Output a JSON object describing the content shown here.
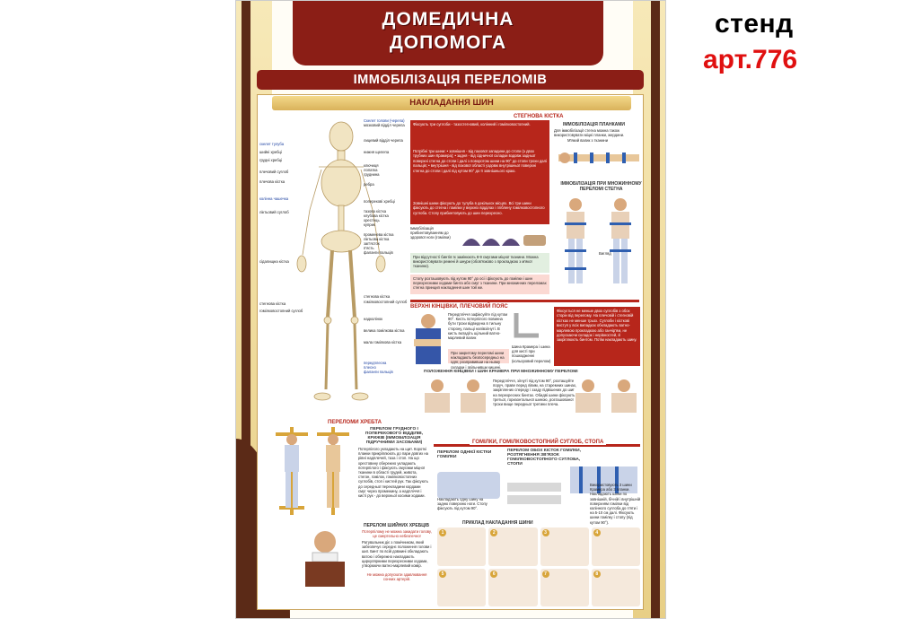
{
  "stand_label": "стенд",
  "article_label": "арт.776",
  "poster": {
    "title_line1": "ДОМЕДИЧНА",
    "title_line2": "ДОПОМОГА",
    "subtitle": "ІММОБІЛІЗАЦІЯ ПЕРЕЛОМІВ",
    "section_splints": "НАКЛАДАННЯ ШИН"
  },
  "skeleton_labels_right": [
    "Скелет голови (черепа)",
    "мозковий відділ черепа",
    "лицевий відділ черепа",
    "нижня щелепа",
    "ключиця",
    "лопатка",
    "груднина",
    "ребра",
    "поперекові хребці",
    "тазова кістка",
    "клубова кістка",
    "хрестець",
    "куприк",
    "променева кістка",
    "ліктьова кістка",
    "зап'ясток",
    "п'ясть",
    "фаланги пальців"
  ],
  "skeleton_labels_left": [
    "скелет тулуба",
    "шийні хребці",
    "грудні хребці",
    "плечовий суглоб",
    "плечова кістка",
    "колінна чашечка",
    "ліктьовий суглоб",
    "сідалищна кістка",
    "стегнова кістка",
    "гомілковостопний суглоб"
  ],
  "skeleton_labels_lower": [
    "стегнова кістка",
    "гомілковостопний суглоб",
    "надколінок",
    "велика гомілкова кістка",
    "мала гомілкова кістка",
    "передплесна",
    "плесно",
    "фаланги пальців"
  ],
  "femur": {
    "heading": "СТЕГНОВА КІСТКА",
    "text1": "Фіксують три суглоби - тазостегновий, колінний і гомілковостопний.",
    "text2": "Потрібні три шини: • зовнішня - від пахової западини до стопи (з двох трубних шин Крамера); • задня - від сідничної складки вздовж задньої поверхні стегна до стопи і далі з поворотом шини на 90° до стопи трохи далі пальців; • внутрішня - від пахової області уздовж внутрішньої поверхні стегна до стопи і далі під кутом 90° до її зовнішнього краю.",
    "text3": "Зовнішні шини фіксують до тулуба в декількох місцях. Всі три шини фіксують до стегна і гомілки у верхніх відділах і гліблену гомілковостопного суглоба. Стопу прибинтовують до шин перехресно.",
    "tie_label": "Іммобілізація прибинтовуванням до здорової ноги (гомілки)",
    "green": "При відсутності бинтів їх замінюють 8-9 смугами міцної тканини. Можна використовувати ремені й шнури (обов'язково з прокладкою з м'якої тканини).",
    "pink": "Стопу розташовують під кутом 90° до осі і фіксують до гомілки і шин перехресними ходами бинта або смуг з тканини. При множинних переломах стегна принцип накладення шин той же."
  },
  "planks": {
    "heading": "ІММОБІЛІЗАЦІЯ ПЛАНКАМИ",
    "text": "Для іммобілізації стегна можна також використовувати міцні планки, жердини.",
    "roller": "М'який валик з тканини",
    "multi_heading": "ІММОБІЛІЗАЦІЯ ПРИ МНОЖИННОМУ ПЕРЕЛОМІ СТЕГНА",
    "view_label": "Вигляд"
  },
  "upper": {
    "heading": "ВЕРХНІ КІНЦІВКИ, ПЛЕЧОВИЙ ПОЯС",
    "text1": "Передпліччя зафіксуйте під кутом 90°. Кисть потерпілого повинна бути трохи відведена в тильну сторону, пальці напівзігнуті. В кисть вкладіть щільний ватно-марлевий валик",
    "closed": "При закритому переломі шини накладають безпосередньо на одяг, розправивши на ньому складки і звільнивши кишені.",
    "cramer": "Шина Крамера і шина для кисті при пошкодженні (кольоровий перелом)",
    "red": "Фіксується не менше двох суглобів з обох сторін від перелому. На плечовій і стегновій кістках не менше трьох. Суглоби і кісткові виступ у всіх випадках обкладають ватно-марлевою прокладкою або ганчір'ям, не допускаючи складок і нерівностей, й закріплюють бинтом. Потім накладають шину.",
    "cramer_heading": "ПОЛОЖЕННЯ КІНЦІВКИ І ШИН КРАМЕРА ПРИ МНОЖИННОМУ ПЕРЕЛОМІ",
    "cramer_text": "Передпліччя, зігнуті під кутом 90°, розташуйте поруч, праве перед лівим, на старемних шинах, закріплених спереду і ззаду підвішених до шиї на перехресних бинтах. Обидві шини фіксують третьої, горизонтальної шиною, розташованої трохи вище передньої третини плеча."
  },
  "spine": {
    "heading": "ПЕРЕЛОМИ ХРЕБТА",
    "sub": "ПЕРЕЛОМ ГРУДНОГО І ПОПЕРЕКОВОГО ВІДДІЛІВ, КРИЖІВ (ІММОБІЛІЗАЦІЯ ПІДРУЧНИМИ ЗАСОБАМИ)",
    "text": "Потерпілого укладають на щит. Короткі планки прикріплюють до пари довгих на рівні надплечей, таза і стоп. На що хрестовину обережно укладають потерпілого і фіксують смугами міцної тканини в області грудей, живота, стегон, гомілок, гомілковостопних суглобів, стоп і кистей рук. Так фіксують до середньої перекладини кордами смуг через промежину, а надпліччя і кисті рук - до верхньої косими ходами.",
    "neck_heading": "ПЕРЕЛОМ ШИЙНИХ ХРЕБЦІВ",
    "neck_warn": "Потерпілому не можна закидати голову, це смертельно небезпечно!",
    "neck_text": "Ратувальник діє з помічником, який забезпечує середнє положення голови і шиї. Бинт по всій довжині обкладають ватою і обережно накладають циркулярними перехресними ходами, утворюючи ватно-марлевий комір.",
    "neck_red": "Не можна допускати здавлювання сонних артерій."
  },
  "shin": {
    "heading": "ГОМІЛКИ, ГОМІЛКОВОСТОПНИЙ СУГЛОБ, СТОПА",
    "one": "ПЕРЕЛОМ ОДНІЄЇ КІСТКИ ГОМІЛКИ",
    "both": "ПЕРЕЛОМ ОБОХ КІСТОК ГОМІЛКИ, РОЗТЯГНЕННЯ ЗВ'ЯЗОК ГОМІЛКОВОСТОПНОГО СУГЛОБА, СТОПИ",
    "one_text": "Накладають одну шину на задню поверхню ноги. Стопу фіксують під кутом 90°.",
    "both_text": "Використовують 3 шини Крамера або 3 планки. Накладають шини по зовнішній, бічній і внутрішній поверхням гомілки від колінного суглоба до п'яти і на 5-10 см далі. Фіксують шини гомілку і стопу (під кутом 90°).",
    "example": "ПРИКЛАД НАКЛАДАННЯ ШИНИ",
    "steps": [
      "1",
      "2",
      "3",
      "4",
      "5",
      "6",
      "7",
      "8"
    ]
  },
  "colors": {
    "brand_red": "#8b1e16",
    "frame_gold": "#e8cf86",
    "frame_brown": "#5b2a17",
    "accent_red": "#e01010"
  }
}
